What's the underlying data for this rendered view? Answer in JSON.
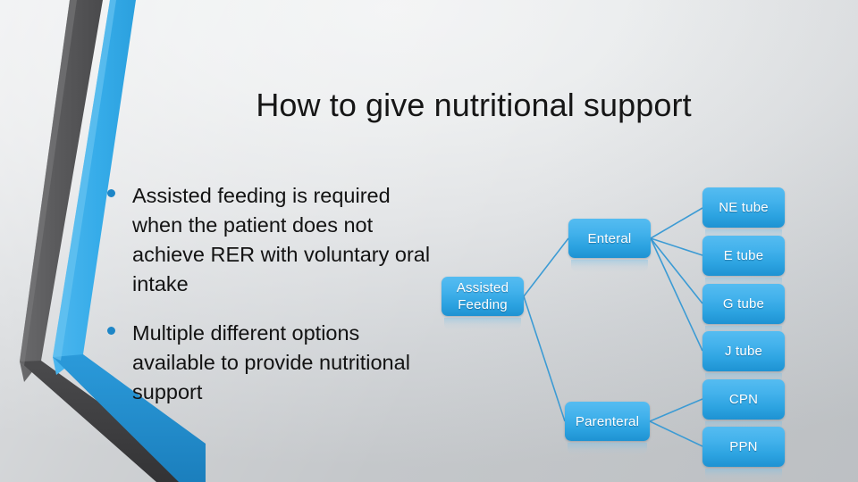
{
  "slide": {
    "title": "How to give nutritional support",
    "bullets": [
      "Assisted feeding is required when the patient does not achieve RER with voluntary oral intake",
      "Multiple different options available to provide nutritional support"
    ]
  },
  "diagram": {
    "type": "tree",
    "nodes": [
      {
        "id": "assisted",
        "label_line1": "Assisted",
        "label_line2": "Feeding"
      },
      {
        "id": "enteral",
        "label_line1": "Enteral",
        "label_line2": ""
      },
      {
        "id": "parenteral",
        "label_line1": "Parenteral",
        "label_line2": ""
      },
      {
        "id": "ne-tube",
        "label_line1": "NE tube",
        "label_line2": ""
      },
      {
        "id": "e-tube",
        "label_line1": "E tube",
        "label_line2": ""
      },
      {
        "id": "g-tube",
        "label_line1": "G tube",
        "label_line2": ""
      },
      {
        "id": "j-tube",
        "label_line1": "J tube",
        "label_line2": ""
      },
      {
        "id": "cpn",
        "label_line1": "CPN",
        "label_line2": ""
      },
      {
        "id": "ppn",
        "label_line1": "PPN",
        "label_line2": ""
      }
    ],
    "edges": [
      {
        "from": "assisted",
        "to": "enteral"
      },
      {
        "from": "assisted",
        "to": "parenteral"
      },
      {
        "from": "enteral",
        "to": "ne-tube"
      },
      {
        "from": "enteral",
        "to": "e-tube"
      },
      {
        "from": "enteral",
        "to": "g-tube"
      },
      {
        "from": "enteral",
        "to": "j-tube"
      },
      {
        "from": "parenteral",
        "to": "cpn"
      },
      {
        "from": "parenteral",
        "to": "ppn"
      }
    ]
  },
  "theme": {
    "accent_blue": "#35ace8",
    "accent_blue_dark": "#1e8ccb",
    "band_gray": "#58585a",
    "band_gray_dark": "#3a3a3c",
    "bullet_dot": "#1d86c7",
    "connector": "#3c9bd4",
    "text": "#131313",
    "background_light": "#f2f3f4",
    "background_dark": "#c4c7ca"
  }
}
